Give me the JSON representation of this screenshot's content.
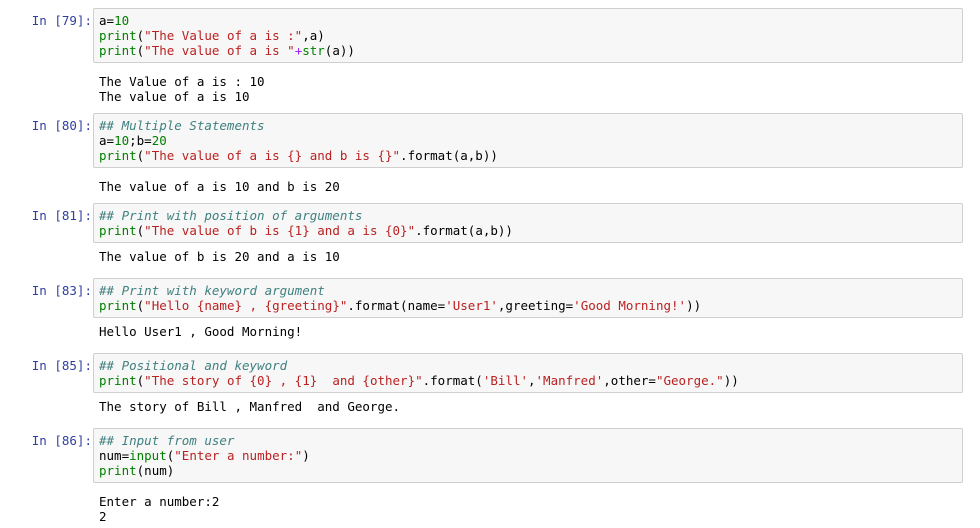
{
  "cells": [
    {
      "prompt": "In [79]:",
      "code": [
        [
          {
            "t": "a=",
            "c": "plain"
          },
          {
            "t": "10",
            "c": "num"
          }
        ],
        [
          {
            "t": "print",
            "c": "kw"
          },
          {
            "t": "(",
            "c": "plain"
          },
          {
            "t": "\"The Value of a is :\"",
            "c": "str"
          },
          {
            "t": ",a)",
            "c": "plain"
          }
        ],
        [
          {
            "t": "print",
            "c": "kw"
          },
          {
            "t": "(",
            "c": "plain"
          },
          {
            "t": "\"The value of a is \"",
            "c": "str"
          },
          {
            "t": "+",
            "c": "op"
          },
          {
            "t": "str",
            "c": "kw"
          },
          {
            "t": "(a))",
            "c": "plain"
          }
        ]
      ],
      "output": [
        "The Value of a is : 10",
        "The value of a is 10"
      ]
    },
    {
      "prompt": "In [80]:",
      "code": [
        [
          {
            "t": "## Multiple Statements",
            "c": "cmt"
          }
        ],
        [
          {
            "t": "a=",
            "c": "plain"
          },
          {
            "t": "10",
            "c": "num"
          },
          {
            "t": ";b=",
            "c": "plain"
          },
          {
            "t": "20",
            "c": "num"
          }
        ],
        [
          {
            "t": "print",
            "c": "kw"
          },
          {
            "t": "(",
            "c": "plain"
          },
          {
            "t": "\"The value of a is {} and b is {}\"",
            "c": "str"
          },
          {
            "t": ".format(a,b))",
            "c": "plain"
          }
        ]
      ],
      "output": [
        "The value of a is 10 and b is 20"
      ]
    },
    {
      "prompt": "In [81]:",
      "code": [
        [
          {
            "t": "## Print with position of arguments",
            "c": "cmt"
          }
        ],
        [
          {
            "t": "print",
            "c": "kw"
          },
          {
            "t": "(",
            "c": "plain"
          },
          {
            "t": "\"The value of b is {1} and a is {0}\"",
            "c": "str"
          },
          {
            "t": ".format(a,b))",
            "c": "plain"
          }
        ]
      ],
      "output": [
        "The value of b is 20 and a is 10"
      ]
    },
    {
      "prompt": "In [83]:",
      "code": [
        [
          {
            "t": "## Print with keyword argument",
            "c": "cmt"
          }
        ],
        [
          {
            "t": "print",
            "c": "kw"
          },
          {
            "t": "(",
            "c": "plain"
          },
          {
            "t": "\"Hello {name} , {greeting}\"",
            "c": "str"
          },
          {
            "t": ".format(name=",
            "c": "plain"
          },
          {
            "t": "'User1'",
            "c": "str"
          },
          {
            "t": ",greeting=",
            "c": "plain"
          },
          {
            "t": "'Good Morning!'",
            "c": "str"
          },
          {
            "t": "))",
            "c": "plain"
          }
        ]
      ],
      "output": [
        "Hello User1 , Good Morning!"
      ]
    },
    {
      "prompt": "In [85]:",
      "code": [
        [
          {
            "t": "## Positional and keyword",
            "c": "cmt"
          }
        ],
        [
          {
            "t": "print",
            "c": "kw"
          },
          {
            "t": "(",
            "c": "plain"
          },
          {
            "t": "\"The story of {0} , {1}  and {other}\"",
            "c": "str"
          },
          {
            "t": ".format(",
            "c": "plain"
          },
          {
            "t": "'Bill'",
            "c": "str"
          },
          {
            "t": ",",
            "c": "plain"
          },
          {
            "t": "'Manfred'",
            "c": "str"
          },
          {
            "t": ",other=",
            "c": "plain"
          },
          {
            "t": "\"George.\"",
            "c": "str"
          },
          {
            "t": "))",
            "c": "plain"
          }
        ]
      ],
      "output": [
        "The story of Bill , Manfred  and George."
      ]
    },
    {
      "prompt": "In [86]:",
      "code": [
        [
          {
            "t": "## Input from user",
            "c": "cmt"
          }
        ],
        [
          {
            "t": "num=",
            "c": "plain"
          },
          {
            "t": "input",
            "c": "kw"
          },
          {
            "t": "(",
            "c": "plain"
          },
          {
            "t": "\"Enter a number:\"",
            "c": "str"
          },
          {
            "t": ")",
            "c": "plain"
          }
        ],
        [
          {
            "t": "print",
            "c": "kw"
          },
          {
            "t": "(num)",
            "c": "plain"
          }
        ]
      ],
      "output": [
        "Enter a number:2",
        "2"
      ]
    }
  ]
}
